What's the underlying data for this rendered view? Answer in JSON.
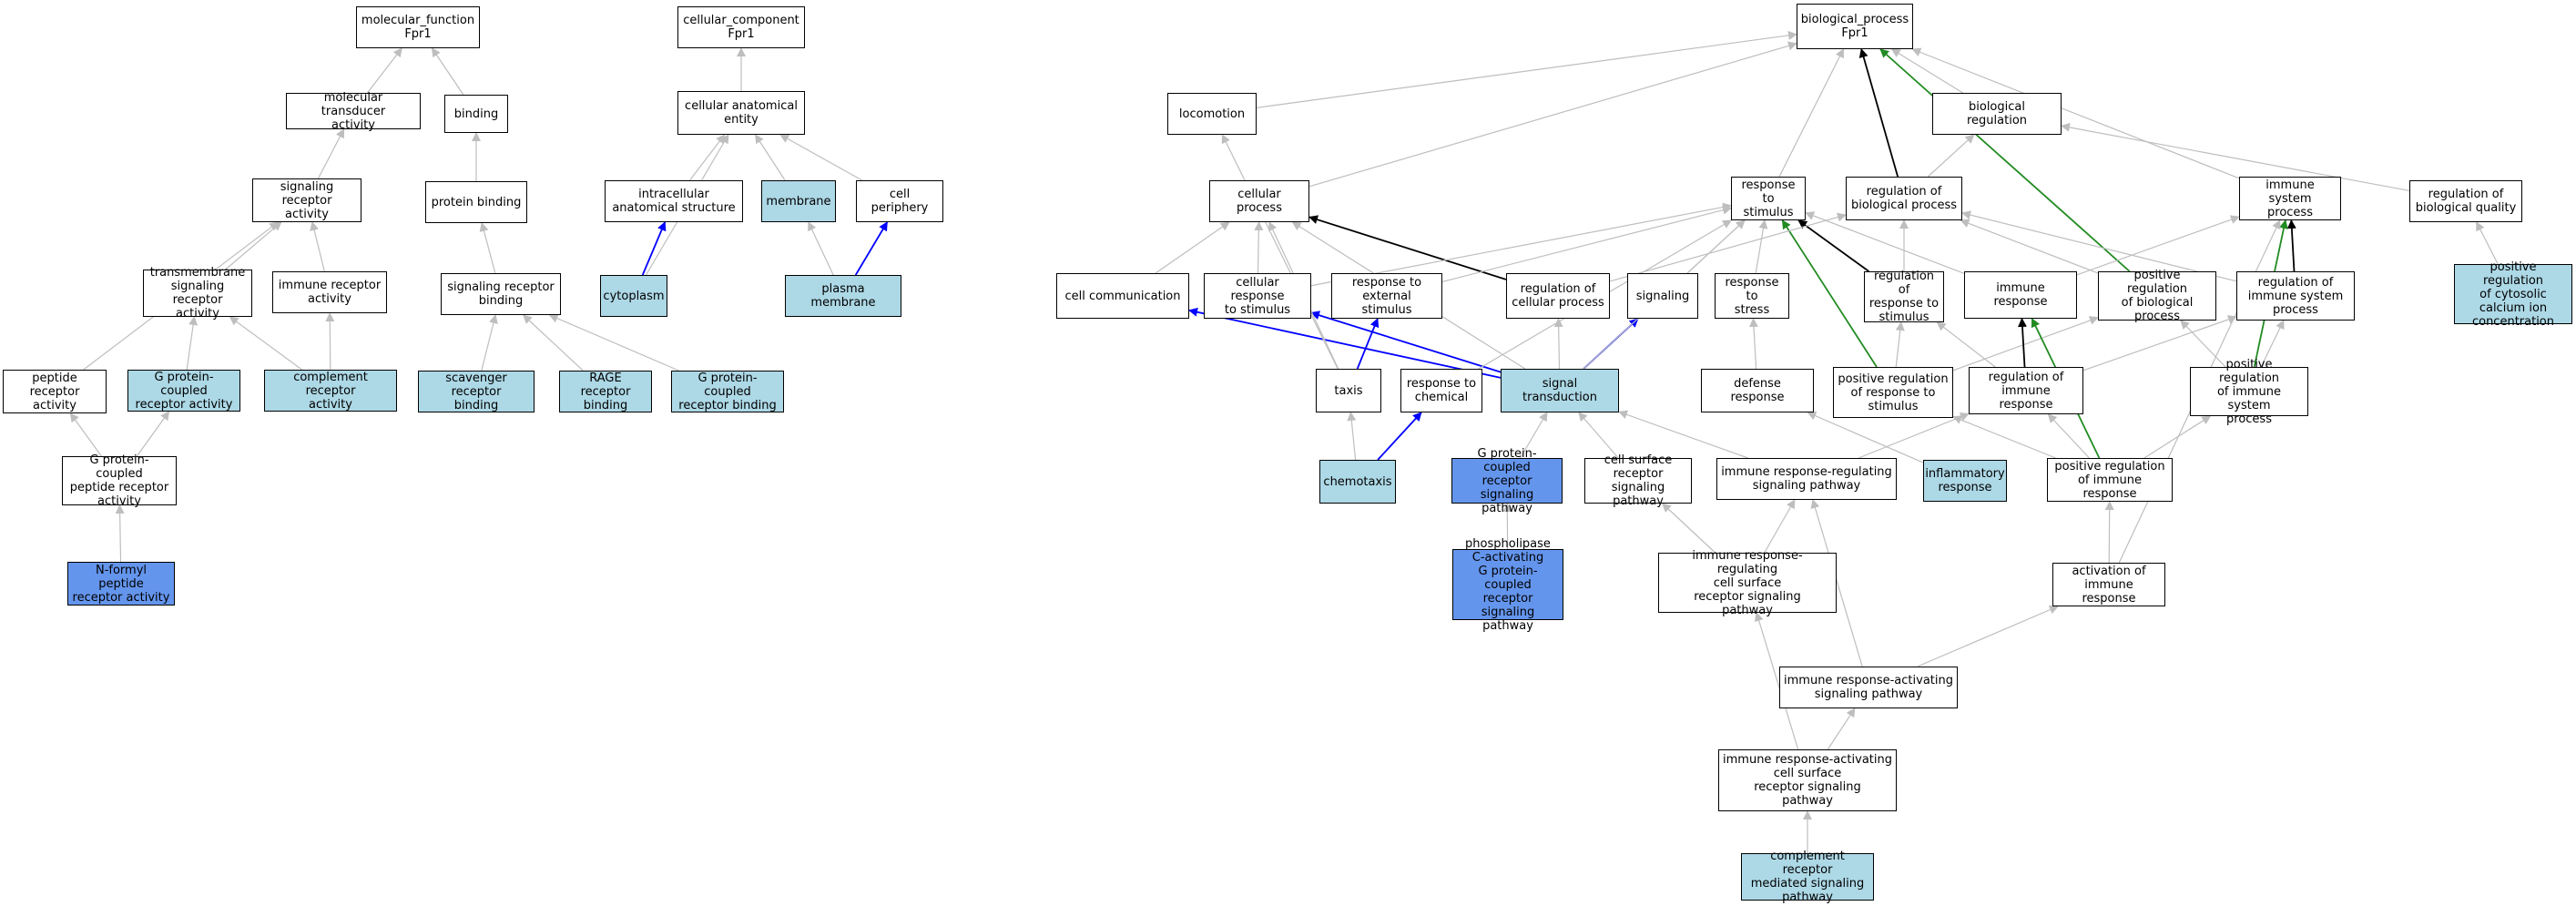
{
  "colors": {
    "light_node": "#add8e6",
    "dark_node": "#6495ed",
    "edge_gray": "#bebebe",
    "edge_black": "#000000",
    "edge_blue": "#0000ff",
    "edge_green": "#228b22"
  },
  "nodes": {
    "mf": "molecular_function\nFpr1",
    "mta": "molecular transducer\nactivity",
    "binding": "binding",
    "sra": "signaling receptor\nactivity",
    "pb": "protein binding",
    "tmsra": "transmembrane\nsignaling receptor\nactivity",
    "ira": "immune receptor\nactivity",
    "srb": "signaling receptor\nbinding",
    "pra": "peptide receptor\nactivity",
    "gpcra": "G protein-coupled\nreceptor activity",
    "cra": "complement receptor\nactivity",
    "scav": "scavenger receptor\nbinding",
    "rage": "RAGE receptor\nbinding",
    "gpcrb": "G protein-coupled\nreceptor binding",
    "gpcpra": "G protein-coupled\npeptide receptor\nactivity",
    "nfpra": "N-formyl peptide\nreceptor activity",
    "cc": "cellular_component\nFpr1",
    "cae": "cellular anatomical\nentity",
    "ias": "intracellular\nanatomical structure",
    "mem": "membrane",
    "cper": "cell periphery",
    "cyto": "cytoplasm",
    "pm": "plasma membrane",
    "bp": "biological_process\nFpr1",
    "loco": "locomotion",
    "breg": "biological regulation",
    "cproc": "cellular process",
    "rts": "response to\nstimulus",
    "rbp": "regulation of\nbiological process",
    "isp": "immune system\nprocess",
    "rbq": "regulation of\nbiological quality",
    "ccom": "cell communication",
    "crs": "cellular response\nto stimulus",
    "res": "response to\nexternal stimulus",
    "rcp": "regulation of\ncellular process",
    "sig": "signaling",
    "rstress": "response to\nstress",
    "rrs": "regulation of\nresponse to\nstimulus",
    "ir": "immune response",
    "prbp": "positive regulation\nof biological\nprocess",
    "risp": "regulation of\nimmune system\nprocess",
    "prcc": "positive regulation\nof cytosolic\ncalcium ion\nconcentration",
    "taxis": "taxis",
    "rchem": "response to\nchemical",
    "st": "signal transduction",
    "dr": "defense response",
    "prrs": "positive regulation\nof response to\nstimulus",
    "rir": "regulation of\nimmune response",
    "prisp": "positive regulation\nof immune system\nprocess",
    "chemo": "chemotaxis",
    "gpcrsp": "G protein-coupled\nreceptor signaling\npathway",
    "csrsp": "cell surface\nreceptor signaling\npathway",
    "irrsp": "immune response-regulating\nsignaling pathway",
    "infl": "inflammatory\nresponse",
    "prir": "positive regulation\nof immune response",
    "plc": "phospholipase\nC-activating\nG protein-coupled\nreceptor signaling\npathway",
    "irrcs": "immune response-regulating\ncell surface\nreceptor signaling\npathway",
    "air": "activation of\nimmune response",
    "irasp": "immune response-activating\nsignaling pathway",
    "iracs": "immune response-activating\ncell surface\nreceptor signaling\npathway",
    "crmsp": "complement receptor\nmediated signaling\npathway"
  },
  "edges": [
    [
      "mta",
      "mf",
      "gray"
    ],
    [
      "binding",
      "mf",
      "gray"
    ],
    [
      "sra",
      "mta",
      "gray"
    ],
    [
      "pb",
      "binding",
      "gray"
    ],
    [
      "tmsra",
      "sra",
      "gray"
    ],
    [
      "ira",
      "sra",
      "gray"
    ],
    [
      "pra",
      "sra",
      "gray"
    ],
    [
      "srb",
      "pb",
      "gray"
    ],
    [
      "gpcra",
      "tmsra",
      "gray"
    ],
    [
      "cra",
      "tmsra",
      "gray"
    ],
    [
      "cra",
      "ira",
      "gray"
    ],
    [
      "scav",
      "srb",
      "gray"
    ],
    [
      "rage",
      "srb",
      "gray"
    ],
    [
      "gpcrb",
      "srb",
      "gray"
    ],
    [
      "gpcpra",
      "pra",
      "gray"
    ],
    [
      "gpcpra",
      "gpcra",
      "gray"
    ],
    [
      "nfpra",
      "gpcpra",
      "gray"
    ],
    [
      "cae",
      "cc",
      "gray"
    ],
    [
      "ias",
      "cae",
      "gray"
    ],
    [
      "mem",
      "cae",
      "gray"
    ],
    [
      "cper",
      "cae",
      "gray"
    ],
    [
      "cyto",
      "cae",
      "gray"
    ],
    [
      "cyto",
      "ias",
      "blue"
    ],
    [
      "pm",
      "mem",
      "gray"
    ],
    [
      "pm",
      "cper",
      "blue"
    ],
    [
      "loco",
      "bp",
      "gray"
    ],
    [
      "cproc",
      "bp",
      "gray"
    ],
    [
      "rts",
      "bp",
      "gray"
    ],
    [
      "rbp",
      "bp",
      "black"
    ],
    [
      "breg",
      "bp",
      "gray"
    ],
    [
      "isp",
      "bp",
      "gray"
    ],
    [
      "prbp",
      "bp",
      "green"
    ],
    [
      "rbp",
      "breg",
      "gray"
    ],
    [
      "rbq",
      "breg",
      "gray"
    ],
    [
      "prcc",
      "rbq",
      "gray"
    ],
    [
      "ccom",
      "cproc",
      "gray"
    ],
    [
      "crs",
      "cproc",
      "gray"
    ],
    [
      "rcp",
      "cproc",
      "black"
    ],
    [
      "crs",
      "rts",
      "gray"
    ],
    [
      "res",
      "rts",
      "gray"
    ],
    [
      "sig",
      "rts",
      "gray"
    ],
    [
      "rstress",
      "rts",
      "gray"
    ],
    [
      "rrs",
      "rts",
      "black"
    ],
    [
      "prrs",
      "rts",
      "green"
    ],
    [
      "ir",
      "rts",
      "gray"
    ],
    [
      "rcp",
      "rbp",
      "gray"
    ],
    [
      "rrs",
      "rbp",
      "gray"
    ],
    [
      "prbp",
      "rbp",
      "gray"
    ],
    [
      "risp",
      "rbp",
      "gray"
    ],
    [
      "ir",
      "isp",
      "gray"
    ],
    [
      "risp",
      "isp",
      "black"
    ],
    [
      "prisp",
      "isp",
      "green"
    ],
    [
      "air",
      "isp",
      "gray"
    ],
    [
      "st",
      "ccom",
      "blue"
    ],
    [
      "st",
      "crs",
      "blue"
    ],
    [
      "st",
      "sig",
      "blue"
    ],
    [
      "st",
      "rcp",
      "gray"
    ],
    [
      "st",
      "cproc",
      "gray"
    ],
    [
      "st",
      "rts",
      "gray"
    ],
    [
      "taxis",
      "loco",
      "gray"
    ],
    [
      "taxis",
      "res",
      "blue"
    ],
    [
      "taxis",
      "cproc",
      "gray"
    ],
    [
      "rchem",
      "rts",
      "gray"
    ],
    [
      "dr",
      "rstress",
      "gray"
    ],
    [
      "prrs",
      "rrs",
      "gray"
    ],
    [
      "prrs",
      "prbp",
      "gray"
    ],
    [
      "rir",
      "rrs",
      "gray"
    ],
    [
      "rir",
      "ir",
      "black"
    ],
    [
      "rir",
      "risp",
      "gray"
    ],
    [
      "prisp",
      "risp",
      "gray"
    ],
    [
      "prisp",
      "prbp",
      "gray"
    ],
    [
      "chemo",
      "taxis",
      "gray"
    ],
    [
      "chemo",
      "rchem",
      "blue"
    ],
    [
      "gpcrsp",
      "st",
      "gray"
    ],
    [
      "csrsp",
      "st",
      "gray"
    ],
    [
      "irrsp",
      "st",
      "gray"
    ],
    [
      "irrsp",
      "rir",
      "gray"
    ],
    [
      "infl",
      "dr",
      "gray"
    ],
    [
      "prir",
      "ir",
      "green"
    ],
    [
      "prir",
      "rir",
      "gray"
    ],
    [
      "prir",
      "prrs",
      "gray"
    ],
    [
      "prir",
      "prisp",
      "gray"
    ],
    [
      "plc",
      "gpcrsp",
      "gray"
    ],
    [
      "irrcs",
      "csrsp",
      "gray"
    ],
    [
      "irrcs",
      "irrsp",
      "gray"
    ],
    [
      "air",
      "prir",
      "gray"
    ],
    [
      "irasp",
      "irrsp",
      "gray"
    ],
    [
      "irasp",
      "air",
      "gray"
    ],
    [
      "iracs",
      "irrcs",
      "gray"
    ],
    [
      "iracs",
      "irasp",
      "gray"
    ],
    [
      "crmsp",
      "iracs",
      "gray"
    ]
  ]
}
